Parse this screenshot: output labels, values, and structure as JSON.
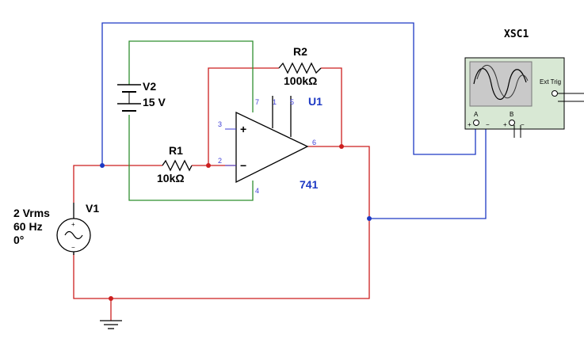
{
  "colors": {
    "red_wire": "#cc1f1f",
    "blue_wire": "#1d39c4",
    "green_wire": "#2f8f2f",
    "component": "#000000",
    "pin_label": "#3f3fd6",
    "scope_body": "#d8e8d4",
    "scope_screen": "#c9c9c9"
  },
  "components": {
    "v1": {
      "ref": "V1",
      "amplitude": "2 Vrms",
      "frequency": "60 Hz",
      "phase": "0°"
    },
    "v2": {
      "ref": "V2",
      "value": "15 V"
    },
    "r1": {
      "ref": "R1",
      "value": "10kΩ"
    },
    "r2": {
      "ref": "R2",
      "value": "100kΩ"
    },
    "u1": {
      "ref": "U1",
      "part": "741",
      "pins": {
        "p1": "1",
        "p2": "2",
        "p3": "3",
        "p4": "4",
        "p5": "5",
        "p6": "6",
        "p7": "7"
      },
      "plus_sign": "+",
      "minus_sign": "−"
    },
    "xsc1": {
      "ref": "XSC1",
      "ext_trig": "Ext Trig",
      "channel_a": "A",
      "channel_b": "B",
      "plus": "+",
      "minus": "−"
    }
  }
}
